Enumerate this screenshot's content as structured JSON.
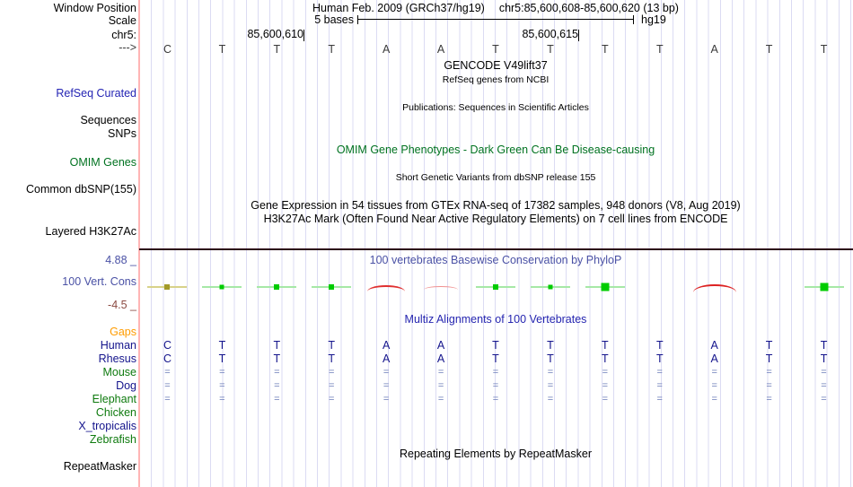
{
  "header": {
    "assembly_title": "Human Feb. 2009 (GRCh37/hg19)",
    "range_title": "chr5:85,600,608-85,600,620 (13 bp)",
    "scale_value": "5 bases",
    "assembly_short": "hg19",
    "coord_left": "85,600,610",
    "coord_right": "85,600,615"
  },
  "sidebar": {
    "window_position": "Window Position",
    "scale": "Scale",
    "chrom": "chr5:",
    "strand": "--->",
    "refseq_curated": "RefSeq Curated",
    "sequences": "Sequences",
    "snps": "SNPs",
    "omim_genes": "OMIM Genes",
    "common_dbsnp": "Common dbSNP(155)",
    "layered_h3k27ac": "Layered H3K27Ac",
    "cons_max": "4.88 _",
    "vert_cons": "100 Vert. Cons",
    "cons_min": "-4.5 _",
    "gaps": "Gaps",
    "repeatmasker": "RepeatMasker"
  },
  "sequence": {
    "bases": [
      "C",
      "T",
      "T",
      "T",
      "A",
      "A",
      "T",
      "T",
      "T",
      "T",
      "A",
      "T",
      "T"
    ]
  },
  "track_titles": {
    "gencode": "GENCODE V49lift37",
    "refseq_sub": "RefSeq genes from NCBI",
    "publications": "Publications: Sequences in Scientific Articles",
    "omim": "OMIM Gene Phenotypes - Dark Green Can Be Disease-causing",
    "dbsnp_sub": "Short Genetic Variants from dbSNP release 155",
    "gtex": "Gene Expression in 54 tissues from GTEx RNA-seq of 17382 samples, 948 donors (V8, Aug 2019)",
    "h3k27ac": "H3K27Ac Mark (Often Found Near Active Regulatory Elements) on 7 cell lines from ENCODE",
    "phylop": "100 vertebrates Basewise Conservation by PhyloP",
    "multiz": "Multiz Alignments of 100 Vertebrates",
    "repeatmasker": "Repeating Elements by RepeatMasker"
  },
  "conservation": {
    "axis_max": 4.88,
    "axis_min": -4.5,
    "marks": [
      {
        "type": "olive",
        "square": 6
      },
      {
        "type": "green",
        "square": 5
      },
      {
        "type": "green",
        "square": 6
      },
      {
        "type": "green",
        "square": 6
      },
      {
        "type": "red",
        "size": "m"
      },
      {
        "type": "red",
        "size": "s"
      },
      {
        "type": "green",
        "square": 6
      },
      {
        "type": "green",
        "square": 5
      },
      {
        "type": "green",
        "square": 9
      },
      {
        "type": "none"
      },
      {
        "type": "red",
        "size": "l"
      },
      {
        "type": "none"
      },
      {
        "type": "green",
        "square": 9
      }
    ]
  },
  "multiz": {
    "species": [
      {
        "name": "Human",
        "color_class": "navy",
        "cells": [
          "C",
          "T",
          "T",
          "T",
          "A",
          "A",
          "T",
          "T",
          "T",
          "T",
          "A",
          "T",
          "T"
        ]
      },
      {
        "name": "Rhesus",
        "color_class": "navy",
        "cells": [
          "C",
          "T",
          "T",
          "T",
          "A",
          "A",
          "T",
          "T",
          "T",
          "T",
          "A",
          "T",
          "T"
        ]
      },
      {
        "name": "Mouse",
        "color_class": "green",
        "cells": [
          "=",
          "=",
          "=",
          "=",
          "=",
          "=",
          "=",
          "=",
          "=",
          "=",
          "=",
          "=",
          "="
        ]
      },
      {
        "name": "Dog",
        "color_class": "navy",
        "cells": [
          "=",
          "=",
          "=",
          "=",
          "=",
          "=",
          "=",
          "=",
          "=",
          "=",
          "=",
          "=",
          "="
        ]
      },
      {
        "name": "Elephant",
        "color_class": "green",
        "cells": [
          "=",
          "=",
          "=",
          "=",
          "=",
          "=",
          "=",
          "=",
          "=",
          "=",
          "=",
          "=",
          "="
        ]
      },
      {
        "name": "Chicken",
        "color_class": "green",
        "cells": []
      },
      {
        "name": "X_tropicalis",
        "color_class": "navy",
        "cells": []
      },
      {
        "name": "Zebrafish",
        "color_class": "green",
        "cells": []
      }
    ]
  },
  "colors": {
    "gridline": "#dbdbf3",
    "side_slider": "#ffb5b5",
    "h3k27ac_line": "#2b0716",
    "navy_species": "#14148c",
    "green_species": "#0e7a0e",
    "align_match": "#6b7cb8",
    "refseq_blue": "#2424b4",
    "omim_green": "#007220",
    "phylop_blue": "#4a51a5",
    "multiz_blue": "#2525b0",
    "gaps_orange": "#ff9c00",
    "cons_positive_green": "#00cc00",
    "cons_negative_red": "#e03030",
    "cons_olive": "#a29a2a"
  }
}
